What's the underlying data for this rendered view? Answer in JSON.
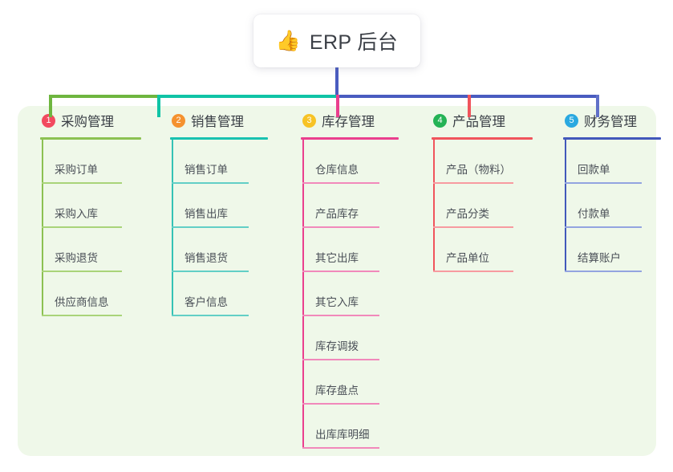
{
  "root": {
    "icon": "thumbs-up-icon",
    "icon_glyph": "👍",
    "title": "ERP 后台"
  },
  "palette": {
    "panel_bg": "#eff8e9",
    "page_bg": "#ffffff",
    "text": "#3a3f46",
    "trunk_green": "#6eb63f",
    "trunk_teal": "#10c4a6",
    "trunk_blue": "#4a5cc0",
    "drop_green": "#6eb63f",
    "drop_teal": "#10c4a6",
    "drop_pink": "#ea3f8e",
    "drop_red": "#f0545c",
    "drop_blue": "#6070c8"
  },
  "columns": [
    {
      "number": "1",
      "title": "采购管理",
      "badge_color": "#f24a5f",
      "rule_color": "#8cc152",
      "line_color": "#8cc152",
      "item_rule_color": "#a9d479",
      "items": [
        "采购订单",
        "采购入库",
        "采购退货",
        "供应商信息"
      ]
    },
    {
      "number": "2",
      "title": "销售管理",
      "badge_color": "#f5922f",
      "rule_color": "#19c2b0",
      "line_color": "#35c2b5",
      "item_rule_color": "#62cfc6",
      "items": [
        "销售订单",
        "销售出库",
        "销售退货",
        "客户信息"
      ]
    },
    {
      "number": "3",
      "title": "库存管理",
      "badge_color": "#f7c325",
      "rule_color": "#ea3f8e",
      "line_color": "#ea3f8e",
      "item_rule_color": "#f189bb",
      "items": [
        "仓库信息",
        "产品库存",
        "其它出库",
        "其它入库",
        "库存调拨",
        "库存盘点",
        "出库库明细"
      ]
    },
    {
      "number": "4",
      "title": "产品管理",
      "badge_color": "#24b355",
      "rule_color": "#f0545c",
      "line_color": "#f0545c",
      "item_rule_color": "#f79aa0",
      "items": [
        "产品（物料）",
        "产品分类",
        "产品单位"
      ]
    },
    {
      "number": "5",
      "title": "财务管理",
      "badge_color": "#2aa9e0",
      "rule_color": "#4258bb",
      "line_color": "#4258bb",
      "item_rule_color": "#93a4e0",
      "items": [
        "回款单",
        "付款单",
        "结算账户"
      ]
    }
  ]
}
